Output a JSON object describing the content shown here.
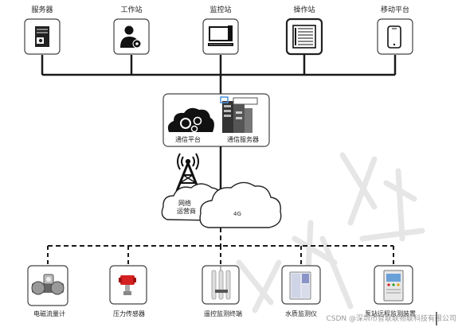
{
  "top_nodes": [
    {
      "label": "服务器",
      "icon": "server-icon"
    },
    {
      "label": "工作站",
      "icon": "user-gear-icon"
    },
    {
      "label": "监控站",
      "icon": "monitor-icon"
    },
    {
      "label": "操作站",
      "icon": "console-icon"
    },
    {
      "label": "移动平台",
      "icon": "phone-icon"
    }
  ],
  "platform": {
    "left_label": "通信平台",
    "right_label": "通信服务器"
  },
  "network": {
    "operator_label_line1": "网络",
    "operator_label_line2": "运营商",
    "cloud_label": "4G"
  },
  "devices": [
    {
      "label": "电磁流量计",
      "icon": "flowmeter-icon"
    },
    {
      "label": "压力传感器",
      "icon": "pressure-sensor-icon"
    },
    {
      "label": "遥控监测终端",
      "icon": "telemetry-terminal-icon"
    },
    {
      "label": "水质监测仪",
      "icon": "water-quality-icon"
    },
    {
      "label": "泵站远程监测装置",
      "icon": "pump-station-cabinet-icon"
    }
  ],
  "watermark": "CSDN @深圳市智联联物联科技有限公司",
  "colors": {
    "line": "#1a1a1a",
    "box_border": "#444444",
    "accent_red": "#d42020",
    "accent_blue": "#4a90d9"
  }
}
